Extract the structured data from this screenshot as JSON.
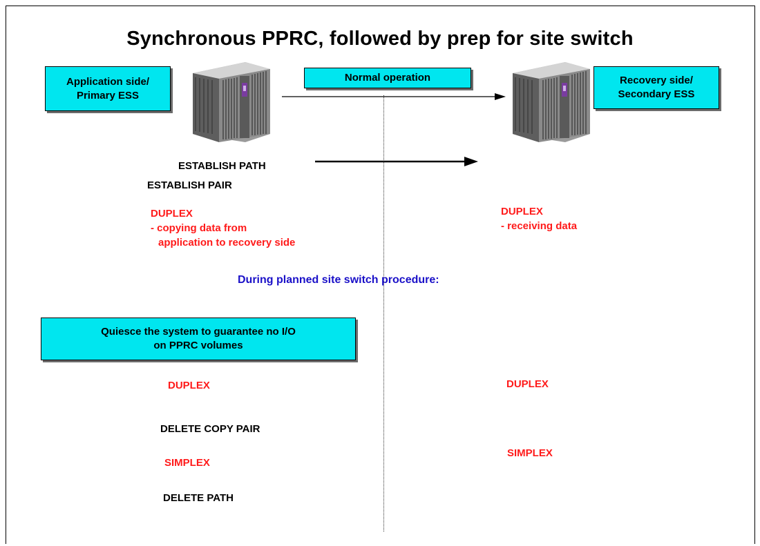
{
  "title": "Synchronous PPRC, followed by prep for site switch",
  "boxes": {
    "application_side": [
      "Application side/",
      "Primary ESS"
    ],
    "normal_operation": "Normal operation",
    "recovery_side": [
      "Recovery side/",
      "Secondary ESS"
    ],
    "quiesce": [
      "Quiesce the system to guarantee no I/O",
      "on PPRC volumes"
    ]
  },
  "steps": {
    "establish_path": "ESTABLISH PATH",
    "establish_pair": "ESTABLISH PAIR",
    "delete_copy_pair": "DELETE COPY PAIR",
    "delete_path": "DELETE PATH"
  },
  "primary_states": {
    "duplex_1": "DUPLEX",
    "duplex_1_desc": [
      "- copying data from",
      "application to recovery side"
    ],
    "duplex_2": "DUPLEX",
    "simplex": "SIMPLEX"
  },
  "secondary_states": {
    "duplex_1": "DUPLEX",
    "duplex_1_desc": "- receiving data",
    "duplex_2": "DUPLEX",
    "simplex": "SIMPLEX"
  },
  "planned_switch_heading": "During planned site switch procedure:",
  "colors": {
    "box_fill": "#00e6ef",
    "state_red": "#ff1a1a",
    "heading_blue": "#1a10c8"
  },
  "icons": [
    "ess-storage-server-icon",
    "ess-storage-server-icon"
  ]
}
